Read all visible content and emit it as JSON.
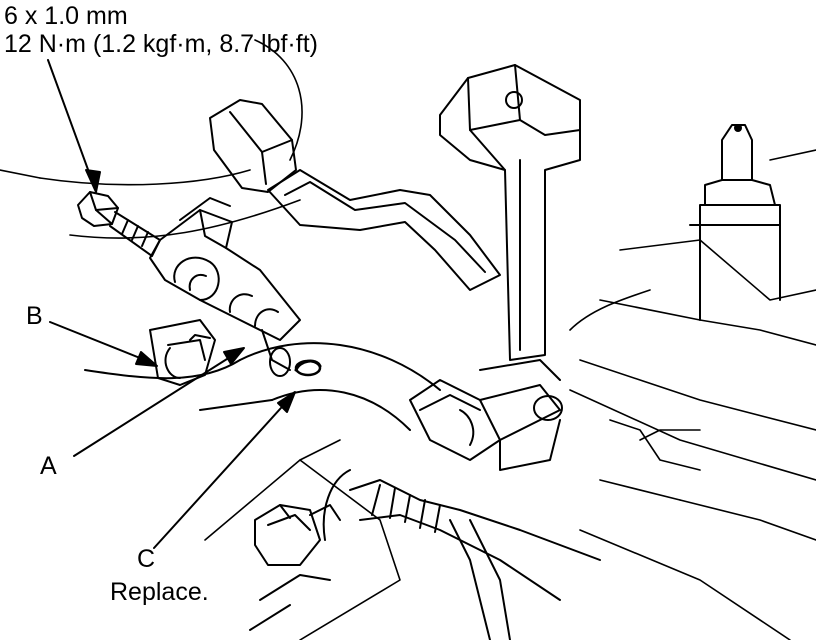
{
  "spec": {
    "size": "6 x 1.0 mm",
    "torque": "12 N·m (1.2 kgf·m, 8.7 lbf·ft)"
  },
  "callouts": {
    "a": "A",
    "b": "B",
    "c": "C",
    "c_note": "Replace."
  },
  "colors": {
    "line": "#000000",
    "background": "#ffffff"
  }
}
